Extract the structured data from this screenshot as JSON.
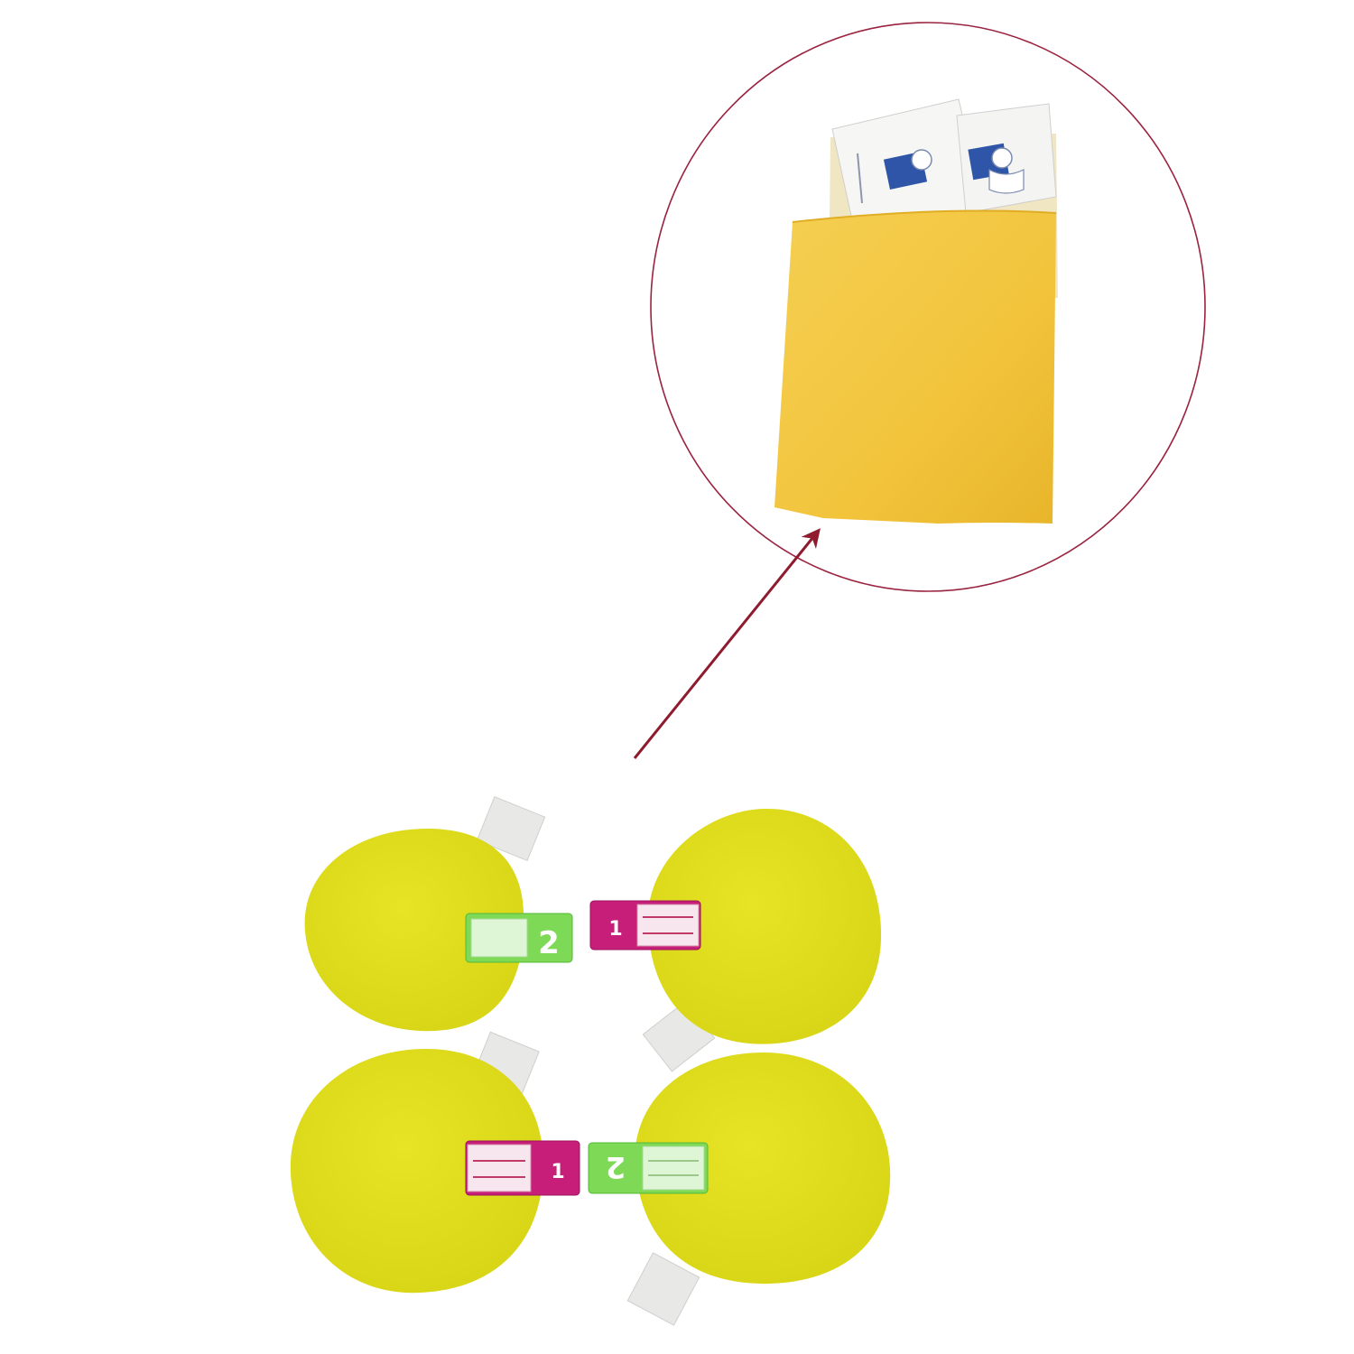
{
  "colors": {
    "background": "#ffffff",
    "callout_circle": "#9a2340",
    "arrow": "#8e1b2e",
    "envelope": "#f2c43c",
    "pad": "#dede1a",
    "tab_green": "#7ed957",
    "tab_magenta": "#c71e7a",
    "backing_strip": "#e9e9e9"
  },
  "pads": [
    {
      "tab_number": "2",
      "tab_color": "green"
    },
    {
      "tab_number": "1",
      "tab_color": "magenta"
    },
    {
      "tab_number": "1",
      "tab_color": "magenta"
    },
    {
      "tab_number": "2",
      "tab_color": "green"
    }
  ]
}
